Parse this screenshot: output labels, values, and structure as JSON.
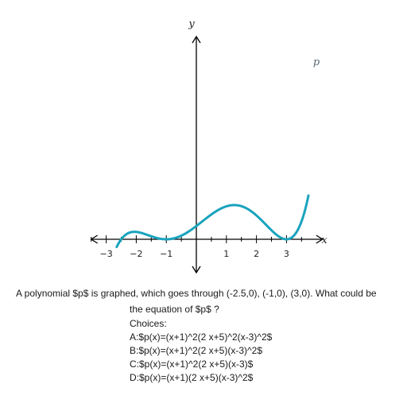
{
  "question": {
    "line1": "A polynomial $p$ is graphed, which goes through (-2.5,0), (-1,0), (3,0). What could be",
    "line2": "the equation of $p$ ?",
    "choices_title": "Choices:",
    "choices": [
      "A:$p(x)=(x+1)^2(2 x+5)^2(x-3)^2$",
      "B:$p(x)=(x+1)^2(2 x+5)(x-3)^2$",
      "C:$p(x)=(x+1)^2(2 x+5)(x-3)$",
      "D:$p(x)=(x+1)(2 x+5)(x-3)^2$"
    ]
  },
  "chart_data": {
    "type": "line",
    "xlabel": "x",
    "ylabel": "y",
    "xlim": [
      -3.5,
      4.2
    ],
    "x_ticks": [
      -3,
      -2,
      -1,
      1,
      2,
      3
    ],
    "x_tick_labels": [
      "−3",
      "−2",
      "−1",
      "1",
      "2",
      "3"
    ],
    "x_minor_ticks": [
      -3.5,
      -2.5,
      -1.5,
      -0.5,
      0.5,
      1.5,
      2.5,
      3.5
    ],
    "series": [
      {
        "name": "p",
        "color": "#1aa3bd",
        "function": "(x+1)^2(2x+5)(x-3)^2",
        "x_range": [
          -2.65,
          3.73
        ],
        "zeros": [
          -2.5,
          -1,
          3
        ]
      }
    ],
    "grid": false,
    "axis_arrows": true
  }
}
